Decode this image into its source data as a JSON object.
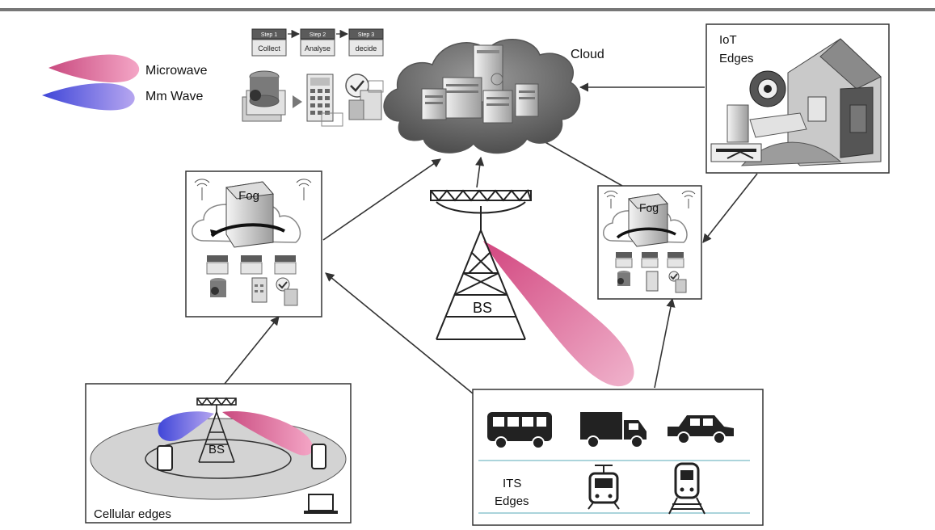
{
  "legend": {
    "microwave": {
      "label": "Microwave",
      "color": "#e0679a"
    },
    "mmwave": {
      "label": "Mm Wave",
      "color": "#6a6ef0"
    }
  },
  "cloud": {
    "label": "Cloud"
  },
  "process": {
    "steps": [
      {
        "tag": "Step 1",
        "label": "Collect"
      },
      {
        "tag": "Step 2",
        "label": "Analyse"
      },
      {
        "tag": "Step 3",
        "label": "decide"
      }
    ]
  },
  "fog_left": {
    "label": "Fog"
  },
  "fog_right": {
    "label": "Fog"
  },
  "iot": {
    "label_line1": "IoT",
    "label_line2": "Edges"
  },
  "base_station": {
    "label": "BS"
  },
  "cellular": {
    "label": "Cellular edges",
    "bs_label": "BS"
  },
  "its": {
    "label_line1": "ITS",
    "label_line2": "Edges"
  },
  "colors": {
    "line": "#333333",
    "cloud": "#6d6d6d",
    "separator": "#8fc6cf"
  }
}
